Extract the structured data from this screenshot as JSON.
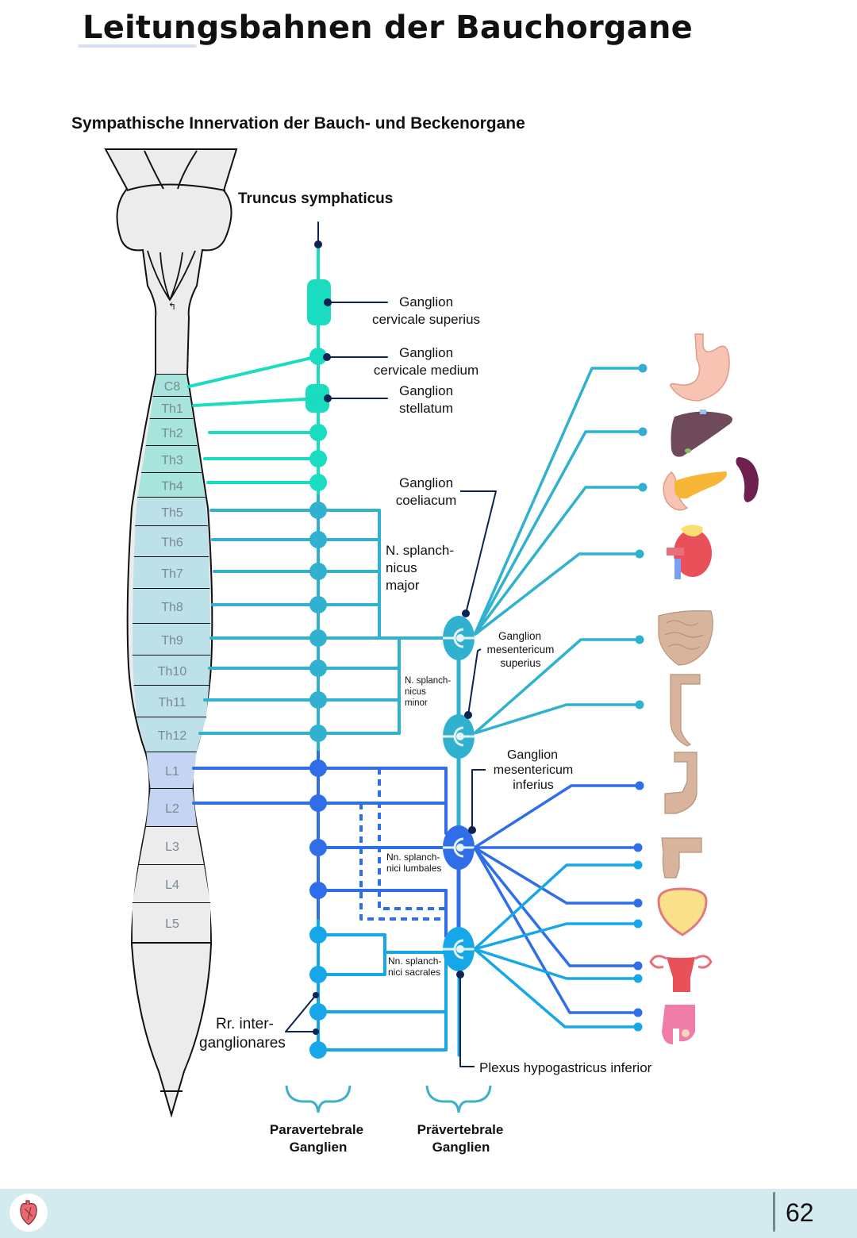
{
  "header": {
    "title": "Leitungsbahnen der Bauchorgane",
    "subtitle": "Sympathische Innervation der Bauch- und Beckenorgane"
  },
  "diagram": {
    "trunk_label": "Truncus symphaticus",
    "colors": {
      "cervical": "#19dcc0",
      "thoracic": "#2fb1cf",
      "lumbar": "#2f6ee8",
      "sacral": "#15a7e8",
      "pointer": "#0d2352",
      "spine_fill": "#ececec"
    },
    "spine_segments": [
      {
        "label": "C8",
        "group": "cervical"
      },
      {
        "label": "Th1",
        "group": "cervical"
      },
      {
        "label": "Th2",
        "group": "cervical"
      },
      {
        "label": "Th3",
        "group": "cervical"
      },
      {
        "label": "Th4",
        "group": "cervical"
      },
      {
        "label": "Th5",
        "group": "thoracic"
      },
      {
        "label": "Th6",
        "group": "thoracic"
      },
      {
        "label": "Th7",
        "group": "thoracic"
      },
      {
        "label": "Th8",
        "group": "thoracic"
      },
      {
        "label": "Th9",
        "group": "thoracic"
      },
      {
        "label": "Th10",
        "group": "thoracic"
      },
      {
        "label": "Th11",
        "group": "thoracic"
      },
      {
        "label": "Th12",
        "group": "thoracic"
      },
      {
        "label": "L1",
        "group": "lumbar"
      },
      {
        "label": "L2",
        "group": "lumbar"
      },
      {
        "label": "L3",
        "group": "none"
      },
      {
        "label": "L4",
        "group": "none"
      },
      {
        "label": "L5",
        "group": "none"
      }
    ],
    "labels": {
      "ganglion_cervicale_superius": [
        "Ganglion",
        "cervicale superius"
      ],
      "ganglion_cervicale_medium": [
        "Ganglion",
        "cervicale medium"
      ],
      "ganglion_stellatum": [
        "Ganglion",
        "stellatum"
      ],
      "ganglion_coeliacum": [
        "Ganglion",
        "coeliacum"
      ],
      "n_splanchnicus_major": [
        "N. splanch-",
        "nicus",
        "major"
      ],
      "n_splanchnicus_minor": [
        "N. splanch-",
        "nicus",
        "minor"
      ],
      "ganglion_mesentericum_superius": [
        "Ganglion",
        "mesentericum",
        "superius"
      ],
      "ganglion_mesentericum_inferius": [
        "Ganglion",
        "mesentericum",
        "inferius"
      ],
      "nn_splanchnici_lumbales": [
        "Nn. splanch-",
        "nici lumbales"
      ],
      "nn_splanchnici_sacrales": [
        "Nn. splanch-",
        "nici sacrales"
      ],
      "rr_interganglionares": [
        "Rr. inter-",
        "ganglionares"
      ],
      "plexus_hypogastricus_inferior": "Plexus hypogastricus inferior",
      "paravertebrale_ganglien": [
        "Paravertebrale",
        "Ganglien"
      ],
      "praevertebrale_ganglien": [
        "Prävertebrale",
        "Ganglien"
      ]
    },
    "organs": [
      {
        "name": "stomach-icon"
      },
      {
        "name": "liver-icon"
      },
      {
        "name": "pancreas-icon"
      },
      {
        "name": "spleen-icon"
      },
      {
        "name": "kidney-icon"
      },
      {
        "name": "small-intestine-icon"
      },
      {
        "name": "ascending-colon-icon"
      },
      {
        "name": "descending-colon-icon"
      },
      {
        "name": "rectum-icon"
      },
      {
        "name": "bladder-icon"
      },
      {
        "name": "uterus-icon"
      },
      {
        "name": "male-genitals-icon"
      }
    ]
  },
  "footer": {
    "logo_icon": "heart-icon",
    "page_number": "62"
  }
}
